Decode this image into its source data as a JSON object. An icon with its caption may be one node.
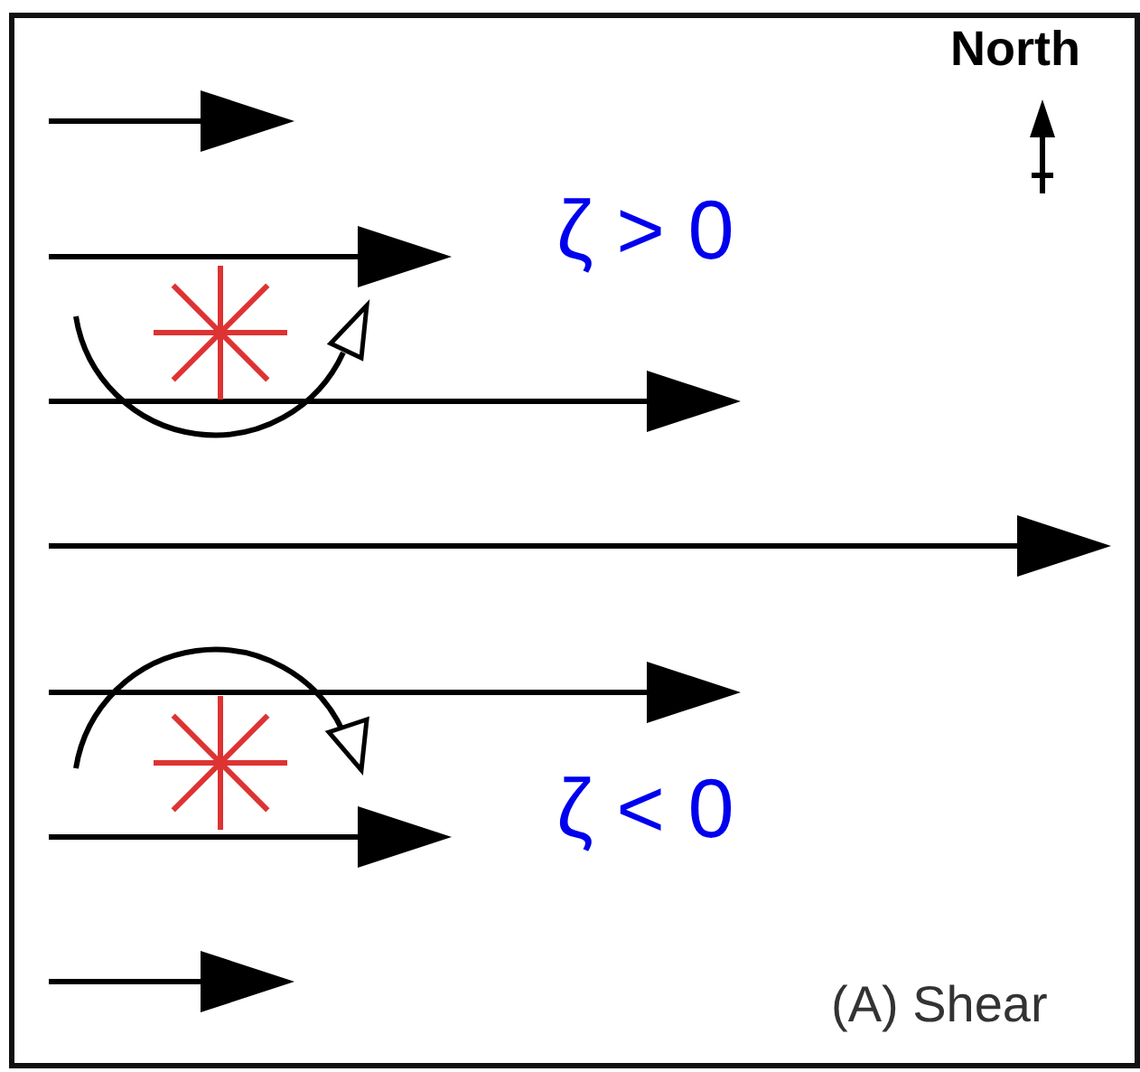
{
  "diagram": {
    "labels": [
      "North",
      "ζ > 0",
      "ζ < 0",
      "(A) Shear"
    ]
  }
}
